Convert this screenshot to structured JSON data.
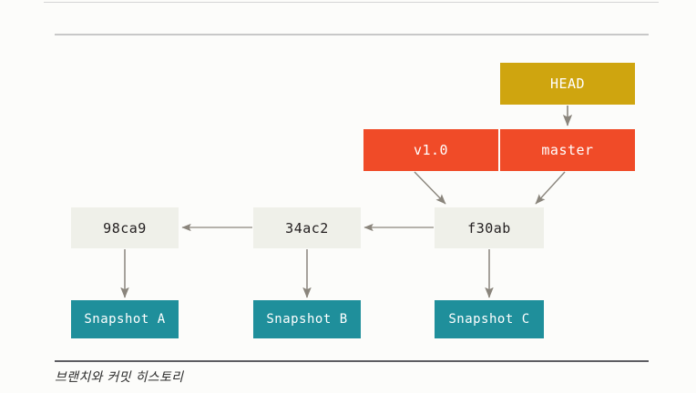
{
  "figure": {
    "caption": "브랜치와 커밋 히스토리",
    "background_color": "#fcfcfa"
  },
  "rules": {
    "top_color": "#d5d5d5",
    "second_color": "#c8c8c8",
    "bottom_color": "#5d5d62"
  },
  "colors": {
    "head": "#cfa50f",
    "ref": "#f04b28",
    "commit": "#eff0e9",
    "snapshot": "#1f8f9b",
    "arrow": "#8a857c",
    "commit_text": "#231f20",
    "light_text": "#ffffff"
  },
  "nodes": {
    "head": {
      "label": "HEAD",
      "type": "head-pointer"
    },
    "refs": [
      {
        "label": "v1.0",
        "type": "tag"
      },
      {
        "label": "master",
        "type": "branch"
      }
    ],
    "commits": [
      {
        "label": "98ca9",
        "type": "commit"
      },
      {
        "label": "34ac2",
        "type": "commit"
      },
      {
        "label": "f30ab",
        "type": "commit"
      }
    ],
    "snapshots": [
      {
        "label": "Snapshot A",
        "type": "snapshot"
      },
      {
        "label": "Snapshot B",
        "type": "snapshot"
      },
      {
        "label": "Snapshot C",
        "type": "snapshot"
      }
    ]
  },
  "edges": [
    {
      "from": "HEAD",
      "to": "master"
    },
    {
      "from": "v1.0",
      "to": "f30ab"
    },
    {
      "from": "master",
      "to": "f30ab"
    },
    {
      "from": "f30ab",
      "to": "34ac2"
    },
    {
      "from": "34ac2",
      "to": "98ca9"
    },
    {
      "from": "98ca9",
      "to": "Snapshot A"
    },
    {
      "from": "34ac2",
      "to": "Snapshot B"
    },
    {
      "from": "f30ab",
      "to": "Snapshot C"
    }
  ]
}
